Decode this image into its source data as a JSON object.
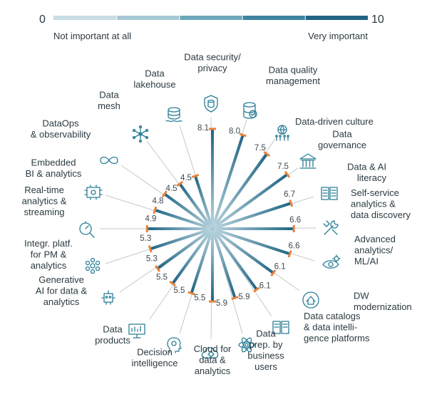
{
  "scale": {
    "min_label": "0",
    "max_label": "10",
    "left_text": "Not important at all",
    "right_text": "Very important",
    "gradient_colors": [
      "#c9dde4",
      "#a6c8d4",
      "#6ea7ba",
      "#3d84a0",
      "#1f6483"
    ]
  },
  "colors": {
    "accent": "#2a7e96",
    "marker": "#e9823a",
    "spoke": "#c3c8cb",
    "bar_dark": "#1f6483",
    "bar_light": "#bcd7e0"
  },
  "chart_data": {
    "type": "radial-bar",
    "ylim": [
      0,
      10
    ],
    "items": [
      {
        "label": [
          "Data security/",
          "privacy"
        ],
        "value": 8.1,
        "icon": "shield-database-icon"
      },
      {
        "label": [
          "Data quality",
          "management"
        ],
        "value": 8.0,
        "icon": "database-check-icon"
      },
      {
        "label": [
          "Data-driven culture"
        ],
        "value": 7.5,
        "icon": "globe-people-icon"
      },
      {
        "label": [
          "Data",
          "governance"
        ],
        "value": 7.5,
        "icon": "institution-icon"
      },
      {
        "label": [
          "Data & AI",
          "literacy"
        ],
        "value": 6.7,
        "icon": "book-icon"
      },
      {
        "label": [
          "Self-service",
          "analytics &",
          "data discovery"
        ],
        "value": 6.6,
        "icon": "tools-icon"
      },
      {
        "label": [
          "Advanced",
          "analytics/",
          "ML/AI"
        ],
        "value": 6.6,
        "icon": "eye-gear-icon"
      },
      {
        "label": [
          "DW",
          "modernization"
        ],
        "value": 6.1,
        "icon": "house-refresh-icon"
      },
      {
        "label": [
          "Data catalogs",
          "& data intelli-",
          "gence platforms"
        ],
        "value": 6.1,
        "icon": "catalog-book-icon"
      },
      {
        "label": [
          "Data",
          "prep. by",
          "business",
          "users"
        ],
        "value": 5.9,
        "icon": "atom-icon"
      },
      {
        "label": [
          "Cloud for",
          "data &",
          "analytics"
        ],
        "value": 5.9,
        "icon": "cloud-icon"
      },
      {
        "label": [
          "Decision",
          "intelligence"
        ],
        "value": 5.5,
        "icon": "head-gear-icon"
      },
      {
        "label": [
          "Data",
          "products"
        ],
        "value": 5.5,
        "icon": "dashboard-icon"
      },
      {
        "label": [
          "Generative",
          "AI for data &",
          "analytics"
        ],
        "value": 5.5,
        "icon": "robot-icon"
      },
      {
        "label": [
          "Integr. platf.",
          "for PM &",
          "analytics"
        ],
        "value": 5.3,
        "icon": "network-icon"
      },
      {
        "label": [
          "Real-time",
          "analytics &",
          "streaming"
        ],
        "value": 5.3,
        "icon": "stopwatch-icon"
      },
      {
        "label": [
          "Embedded",
          "BI & analytics"
        ],
        "value": 4.9,
        "icon": "chip-gear-icon"
      },
      {
        "label": [
          "DataOps",
          "& observability"
        ],
        "value": 4.8,
        "icon": "infinity-icon"
      },
      {
        "label": [
          "Data",
          "mesh"
        ],
        "value": 4.5,
        "icon": "mesh-icon"
      },
      {
        "label": [
          "Data",
          "lakehouse"
        ],
        "value": 4.5,
        "icon": "lakehouse-icon"
      }
    ]
  }
}
